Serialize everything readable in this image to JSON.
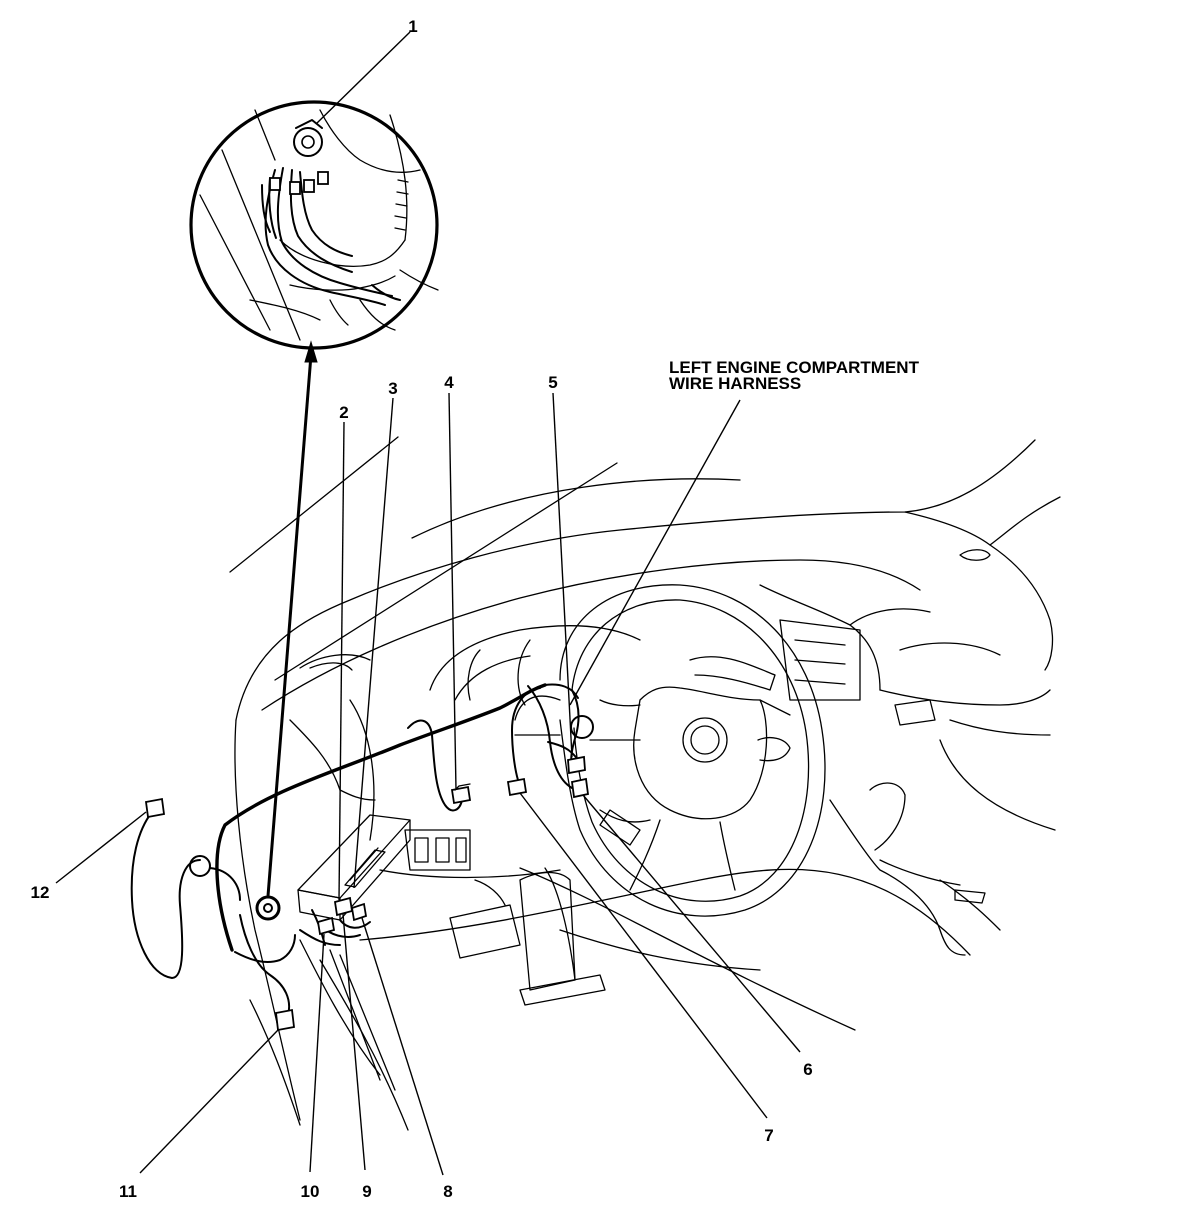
{
  "figure": {
    "harness_label_line1": "LEFT ENGINE COMPARTMENT",
    "harness_label_line2": "WIRE HARNESS"
  },
  "callouts": {
    "c1": "1",
    "c2": "2",
    "c3": "3",
    "c4": "4",
    "c5": "5",
    "c6": "6",
    "c7": "7",
    "c8": "8",
    "c9": "9",
    "c10": "10",
    "c11": "11",
    "c12": "12"
  }
}
